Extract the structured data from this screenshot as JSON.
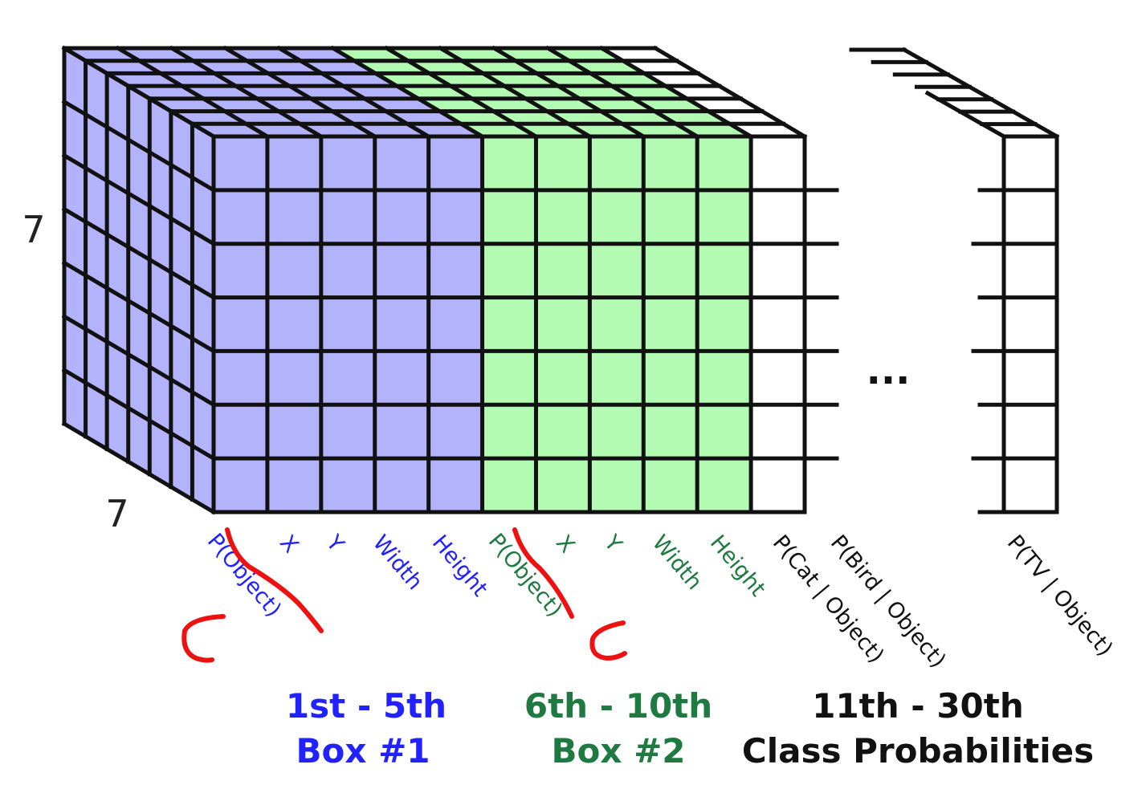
{
  "grid_size": {
    "rows": 7,
    "cols": 7
  },
  "dimension_labels": {
    "height": "7",
    "depth": "7"
  },
  "ellipsis": "...",
  "colors": {
    "box1_fill": "#b3b3fb",
    "box1_text": "#2222ff",
    "box2_fill": "#b3fbb3",
    "box2_text": "#1e7a40",
    "class_fill": "#ffffff",
    "class_text": "#111111",
    "line": "#111111",
    "annotation": "#ee1111"
  },
  "channels": [
    {
      "label": "P(Object)",
      "group": "box1",
      "struck": true
    },
    {
      "label": "X",
      "group": "box1"
    },
    {
      "label": "Y",
      "group": "box1"
    },
    {
      "label": "Width",
      "group": "box1"
    },
    {
      "label": "Height",
      "group": "box1"
    },
    {
      "label": "P(Object)",
      "group": "box2",
      "struck": true
    },
    {
      "label": "X",
      "group": "box2"
    },
    {
      "label": "Y",
      "group": "box2"
    },
    {
      "label": "Width",
      "group": "box2"
    },
    {
      "label": "Height",
      "group": "box2"
    },
    {
      "label": "P(Cat | Object)",
      "group": "class"
    },
    {
      "label": "P(Bird | Object)",
      "group": "class"
    },
    {
      "label": "P(TV | Object)",
      "group": "class"
    }
  ],
  "groups": {
    "box1": {
      "range": "1st - 5th",
      "name": "Box #1"
    },
    "box2": {
      "range": "6th - 10th",
      "name": "Box #2"
    },
    "class": {
      "range": "11th - 30th",
      "name": "Class Probabilities"
    }
  }
}
